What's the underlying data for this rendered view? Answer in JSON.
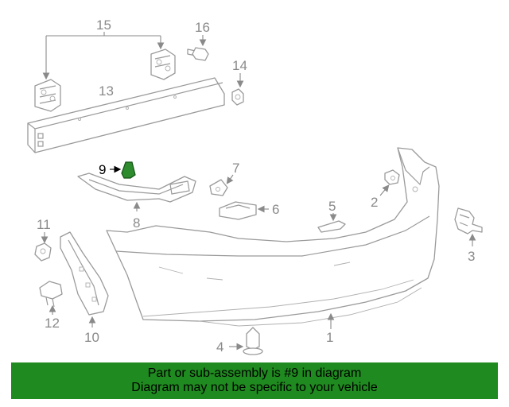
{
  "diagram": {
    "callouts": {
      "c1": "1",
      "c2": "2",
      "c3": "3",
      "c4": "4",
      "c5": "5",
      "c6": "6",
      "c7": "7",
      "c8": "8",
      "c9": "9",
      "c10": "10",
      "c11": "11",
      "c12": "12",
      "c13": "13",
      "c14": "14",
      "c15": "15",
      "c16": "16"
    },
    "highlighted_part": "9",
    "highlight_color": "#2e8b2e"
  },
  "banner": {
    "line1": "Part or sub-assembly is #9 in diagram",
    "line2": "Diagram may not be specific to your vehicle",
    "background": "#1f8a1f"
  }
}
